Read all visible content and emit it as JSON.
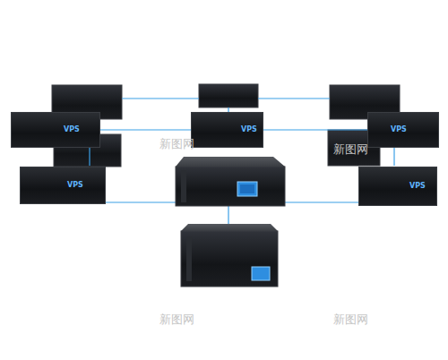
{
  "diagram": {
    "nodes": [
      {
        "text": [
          "VPS"
        ]
      },
      {
        "text": [
          "VPS"
        ]
      },
      {
        "text": [
          "VPS"
        ]
      },
      {
        "text": [
          "VPS"
        ]
      },
      {
        "text": [
          "VPS"
        ]
      }
    ],
    "edges": [
      {
        "from": 0,
        "to": 1,
        "arrow": "none"
      },
      {
        "from": 1,
        "to": 2,
        "arrow": "none"
      }
    ],
    "labels": [
      "新图网",
      "新图网",
      "新图网",
      "新图网"
    ]
  }
}
